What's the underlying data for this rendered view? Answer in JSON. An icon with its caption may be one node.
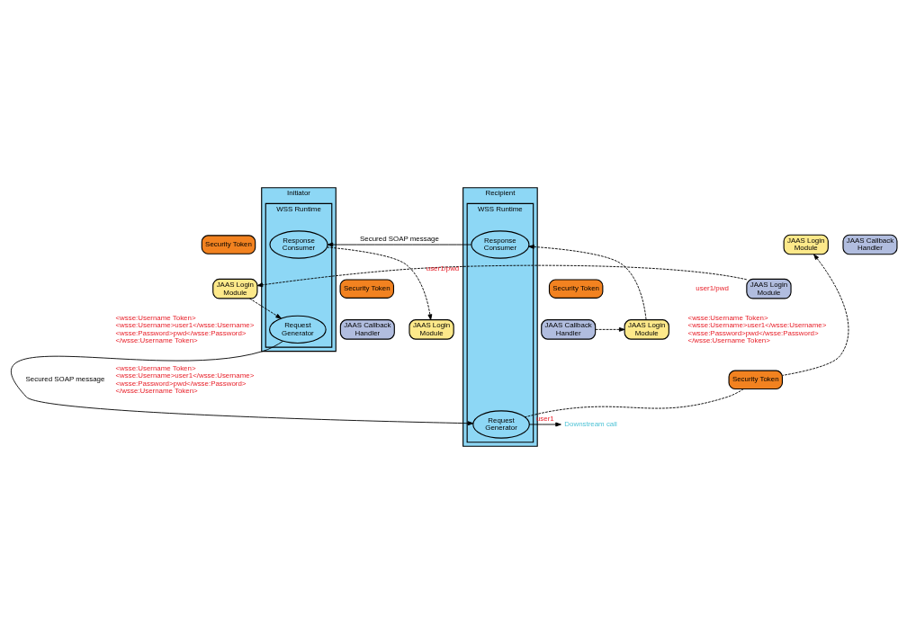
{
  "diagram": {
    "nodes": [
      {
        "text": [
          "Security Token"
        ]
      },
      {
        "text": [
          "JAAS Login Module"
        ]
      },
      {
        "text": [
          "JAAS Login Module"
        ]
      },
      {
        "text": [
          "JAAS Login Module"
        ]
      },
      {
        "text": [
          "JAAS Callback Handler"
        ]
      },
      {
        "text": [
          "Security Token"
        ]
      },
      {
        "text": [
          "Initiator"
        ]
      },
      {
        "text": [
          "WSS Runtime"
        ],
        "in": 6
      },
      {
        "text": [
          "Request Generator"
        ],
        "in": 7
      },
      {
        "text": [
          "Response Consumer"
        ],
        "in": 7
      },
      {
        "text": [
          "Recipient"
        ]
      },
      {
        "text": [
          "WSS Runtime"
        ],
        "in": 10
      },
      {
        "text": [
          "Request Generator"
        ],
        "in": 11
      },
      {
        "text": [
          "Response Consumer"
        ],
        "in": 11
      },
      {
        "text": [
          "Security Token"
        ]
      },
      {
        "text": [
          "JAAS Login Module"
        ]
      },
      {
        "text": [
          "JAAS Callback Handler"
        ]
      },
      {
        "text": [
          "Security Token"
        ]
      },
      {
        "text": [
          "JAAS Login Module"
        ]
      },
      {
        "text": [
          "JAAS Callback Handler"
        ]
      },
      {
        "text": [
          "Downstream call"
        ]
      }
    ],
    "edges": [
      {
        "from": 2,
        "to": 1,
        "arrow": "to",
        "style": "dashed",
        "label": "user1/pwd"
      },
      {
        "from": 1,
        "to": 8,
        "arrow": "to",
        "style": "dashed"
      },
      {
        "from": 8,
        "to": 12,
        "arrow": "to",
        "label": "Secured SOAP message"
      },
      {
        "from": 13,
        "to": 9,
        "arrow": "to",
        "label": "Secured SOAP message"
      },
      {
        "from": 12,
        "to": 20,
        "arrow": "to",
        "label": "user1"
      },
      {
        "from": 12,
        "to": 5,
        "arrow": "none",
        "style": "dashed"
      },
      {
        "from": 5,
        "to": 3,
        "arrow": "to",
        "style": "dashed"
      },
      {
        "from": 9,
        "to": 15,
        "arrow": "to",
        "style": "dashed"
      },
      {
        "from": 18,
        "to": 13,
        "arrow": "to",
        "style": "dashed"
      },
      {
        "from": 19,
        "to": 18,
        "arrow": "to",
        "style": "dashed"
      }
    ],
    "labels": [
      "user1/pwd",
      "<wsse:Username Token> <wsse:Username>user1</wsse:Username> <wsse:Password>pwd</wsse:Password> </wsse:Username Token>",
      "<wsse:Username Token> <wsse:Username>user1</wsse:Username> <wsse:Password>pwd</wsse:Password> </wsse:Username Token>",
      "<wsse:Username Token> <wsse:Username>user1</wsse:Username> <wsse:Password>pwd</wsse:Password> </wsse:Username Token>"
    ]
  }
}
